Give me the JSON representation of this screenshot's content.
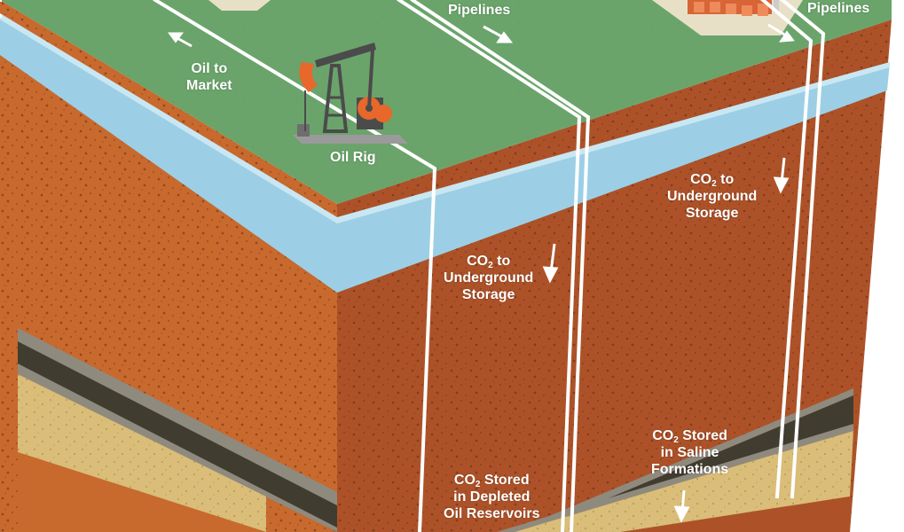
{
  "labels": {
    "pipelines_left": "Pipelines",
    "pipelines_right": "Pipelines",
    "oil_to_market": {
      "line1": "Oil to",
      "line2": "Market"
    },
    "oil_rig": "Oil Rig",
    "co2_storage_front": {
      "co": "CO",
      "sub": "2",
      "to": " to",
      "line2": "Underground",
      "line3": "Storage"
    },
    "co2_storage_right": {
      "co": "CO",
      "sub": "2",
      "to": " to",
      "line2": "Underground",
      "line3": "Storage"
    },
    "co2_depleted": {
      "co": "CO",
      "sub": "2",
      "rest": " Stored",
      "line2": "in Depleted",
      "line3": "Oil Reservoirs"
    },
    "co2_saline": {
      "co": "CO",
      "sub": "2",
      "rest": " Stored",
      "line2": "in Saline",
      "line3": "Formations"
    }
  },
  "colors": {
    "surface_green": "#6aa46b",
    "soil_front": "#b6582b",
    "soil_left": "#c8692e",
    "soil_right": "#ad5228",
    "aquifer_blue": "#9ccfe6",
    "aquifer_edge": "#c9e7f2",
    "dark_band": "#413c30",
    "grey_band": "#8f8a7e",
    "sand_layer": "#d9bd78",
    "pipe_white": "#ffffff",
    "pumpjack_orange": "#e8672a",
    "pumpjack_grey": "#4b4b4b"
  },
  "icons": [
    "oil-rig-pumpjack-icon",
    "industrial-plant-icon",
    "flow-arrow-icon"
  ]
}
